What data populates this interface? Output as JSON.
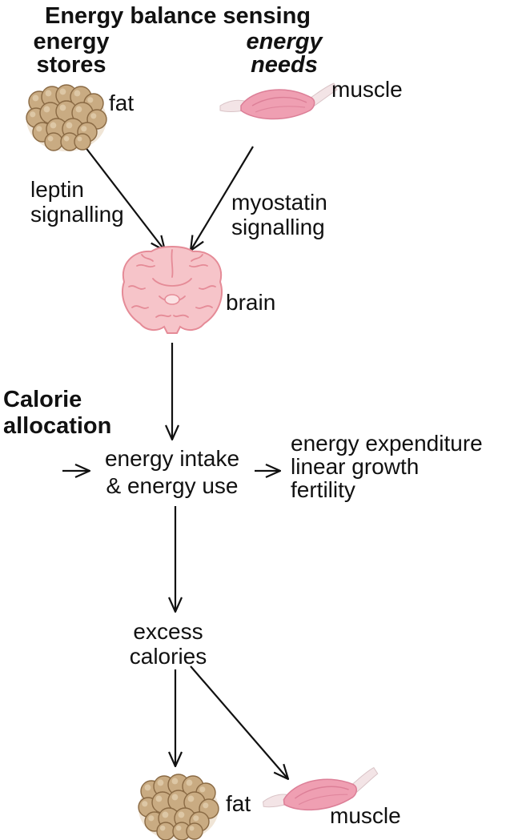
{
  "title": "Energy balance sensing",
  "energy_stores": [
    "energy",
    "stores"
  ],
  "energy_needs": [
    "energy",
    "needs"
  ],
  "fat_top_label": "fat",
  "muscle_top_label": "muscle",
  "leptin": [
    "leptin",
    "signalling"
  ],
  "myostatin": [
    "myostatin",
    "signalling"
  ],
  "brain_label": "brain",
  "calorie_allocation": [
    "Calorie",
    "allocation"
  ],
  "intake": [
    "energy intake",
    "& energy use"
  ],
  "outcomes": [
    "energy expenditure",
    "linear growth",
    "fertility"
  ],
  "excess": [
    "excess",
    "calories"
  ],
  "fat_bottom_label": "fat",
  "muscle_bottom_label": "muscle",
  "colors": {
    "fat_fill": "#c9ab82",
    "fat_stroke": "#8a6a44",
    "muscle_fill": "#ef9fb2",
    "muscle_dark": "#dc7f97",
    "tendon": "#f3e4e6",
    "brain_fill": "#f6c4c9",
    "brain_line": "#e58b97",
    "arrow": "#111111"
  },
  "icons": [
    "fat-cells-icon",
    "muscle-icon",
    "brain-icon"
  ]
}
